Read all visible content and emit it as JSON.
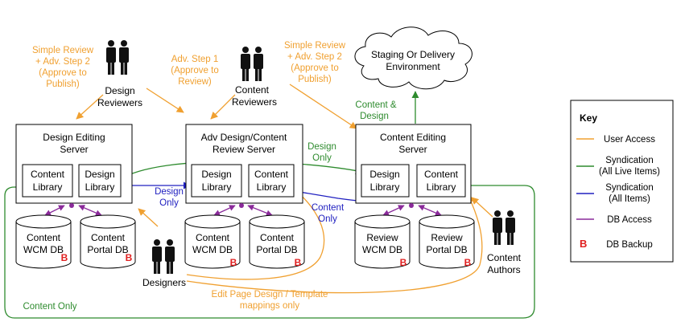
{
  "colors": {
    "user_access": "#f0a030",
    "syndication_live": "#2e8b2e",
    "syndication_all": "#2020c0",
    "db_access": "#8a2a9a",
    "db_backup": "#e02020"
  },
  "servers": {
    "design_editing": [
      "Design Editing",
      "Server"
    ],
    "adv_review": [
      "Adv Design/Content",
      "Review Server"
    ],
    "content_editing": [
      "Content Editing",
      "Server"
    ]
  },
  "libraries": {
    "content": [
      "Content",
      "Library"
    ],
    "design": [
      "Design",
      "Library"
    ]
  },
  "databases": {
    "content_wcm": [
      "Content",
      "WCM DB"
    ],
    "content_portal": [
      "Content",
      "Portal DB"
    ],
    "review_wcm": [
      "Review",
      "WCM DB"
    ],
    "review_portal": [
      "Review",
      "Portal DB"
    ],
    "backup_mark": "B"
  },
  "actors": {
    "design_reviewers": [
      "Design",
      "Reviewers"
    ],
    "content_reviewers": [
      "Content",
      "Reviewers"
    ],
    "designers": "Designers",
    "content_authors": [
      "Content",
      "Authors"
    ]
  },
  "annotations": {
    "simple_review_1": [
      "Simple Review",
      "+ Adv. Step 2",
      "(Approve to",
      "Publish)"
    ],
    "adv_step1": [
      "Adv. Step 1",
      "(Approve to",
      "Review)"
    ],
    "simple_review_2": [
      "Simple Review",
      "+ Adv. Step 2",
      "(Approve to",
      "Publish)"
    ],
    "content_design": [
      "Content &",
      "Design"
    ],
    "design_only_green": [
      "Design",
      "Only"
    ],
    "design_only_blue": [
      "Design",
      "Only"
    ],
    "content_only_blue": [
      "Content",
      "Only"
    ],
    "content_only_green": "Content Only",
    "edit_page_design": [
      "Edit Page Design / Template",
      "mappings only"
    ]
  },
  "cloud": [
    "Staging Or Delivery",
    "Environment"
  ],
  "key": {
    "title": "Key",
    "items": [
      {
        "label": [
          "User Access"
        ]
      },
      {
        "label": [
          "Syndication",
          "(All Live Items)"
        ]
      },
      {
        "label": [
          "Syndication",
          "(All Items)"
        ]
      },
      {
        "label": [
          "DB Access"
        ]
      },
      {
        "label": [
          "DB Backup"
        ]
      }
    ]
  }
}
